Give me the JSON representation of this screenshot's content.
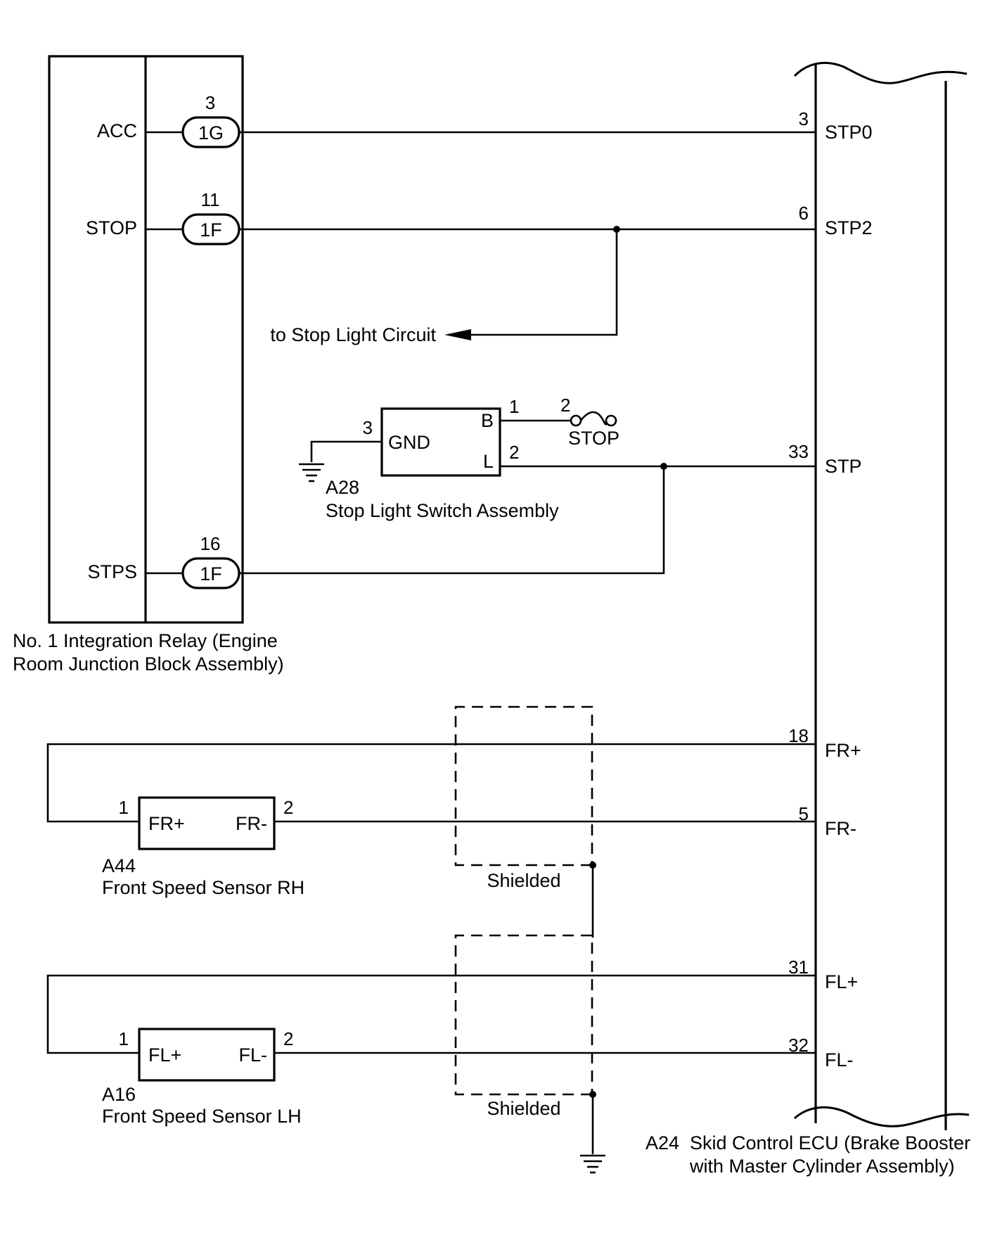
{
  "integration_relay": {
    "caption_line1": "No. 1 Integration Relay (Engine",
    "caption_line2": "Room Junction Block Assembly)",
    "terminals": [
      {
        "name": "ACC",
        "pin": "3",
        "connector": "1G"
      },
      {
        "name": "STOP",
        "pin": "11",
        "connector": "1F"
      },
      {
        "name": "STPS",
        "pin": "16",
        "connector": "1F"
      }
    ]
  },
  "ecu": {
    "code": "A24",
    "caption_line1": "Skid Control ECU (Brake Booster",
    "caption_line2": "with Master Cylinder Assembly)",
    "terminals": [
      {
        "name": "STP0",
        "pin": "3"
      },
      {
        "name": "STP2",
        "pin": "6"
      },
      {
        "name": "STP",
        "pin": "33"
      },
      {
        "name": "FR+",
        "pin": "18"
      },
      {
        "name": "FR-",
        "pin": "5"
      },
      {
        "name": "FL+",
        "pin": "31"
      },
      {
        "name": "FL-",
        "pin": "32"
      }
    ]
  },
  "stop_light_circuit": {
    "label": "to Stop Light Circuit"
  },
  "stop_light_switch": {
    "code": "A28",
    "name": "Stop Light Switch Assembly",
    "terminals": [
      {
        "name": "B",
        "pin": "1"
      },
      {
        "name": "L",
        "pin": "2"
      },
      {
        "name": "GND",
        "pin": "3"
      }
    ],
    "fuse": {
      "label": "STOP",
      "pin": "2"
    }
  },
  "front_sensor_rh": {
    "code": "A44",
    "name": "Front Speed Sensor RH",
    "terminals": [
      {
        "name": "FR+",
        "pin": "1"
      },
      {
        "name": "FR-",
        "pin": "2"
      }
    ]
  },
  "front_sensor_lh": {
    "code": "A16",
    "name": "Front Speed Sensor LH",
    "terminals": [
      {
        "name": "FL+",
        "pin": "1"
      },
      {
        "name": "FL-",
        "pin": "2"
      }
    ]
  },
  "shield": {
    "label": "Shielded"
  }
}
